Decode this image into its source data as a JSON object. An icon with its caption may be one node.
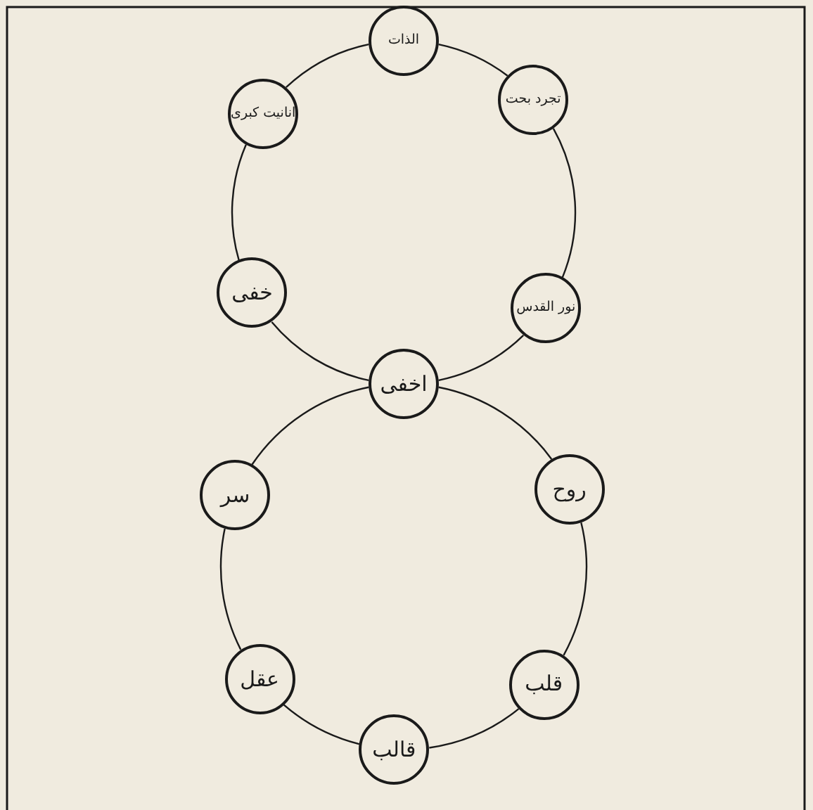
{
  "diagram": {
    "nodes": [
      {
        "text": [
          "الذات"
        ]
      },
      {
        "text": [
          "انانیت کبری"
        ]
      },
      {
        "text": [
          "تجرد بحت"
        ]
      },
      {
        "text": [
          "خفی"
        ]
      },
      {
        "text": [
          "نور القدس"
        ]
      },
      {
        "text": [
          "اخفی"
        ]
      },
      {
        "text": [
          "سر"
        ]
      },
      {
        "text": [
          "روح"
        ]
      },
      {
        "text": [
          "عقل"
        ]
      },
      {
        "text": [
          "قلب"
        ]
      },
      {
        "text": [
          "قالب"
        ]
      }
    ],
    "edges": [
      {
        "from": 0,
        "to": 2,
        "arrow": "none"
      },
      {
        "from": 2,
        "to": 4,
        "arrow": "none"
      },
      {
        "from": 4,
        "to": 5,
        "arrow": "none"
      },
      {
        "from": 5,
        "to": 3,
        "arrow": "none"
      },
      {
        "from": 3,
        "to": 1,
        "arrow": "none"
      },
      {
        "from": 1,
        "to": 0,
        "arrow": "none"
      },
      {
        "from": 5,
        "to": 7,
        "arrow": "none"
      },
      {
        "from": 7,
        "to": 9,
        "arrow": "none"
      },
      {
        "from": 9,
        "to": 10,
        "arrow": "none"
      },
      {
        "from": 10,
        "to": 8,
        "arrow": "none"
      },
      {
        "from": 8,
        "to": 6,
        "arrow": "none"
      },
      {
        "from": 6,
        "to": 5,
        "arrow": "none"
      }
    ]
  }
}
